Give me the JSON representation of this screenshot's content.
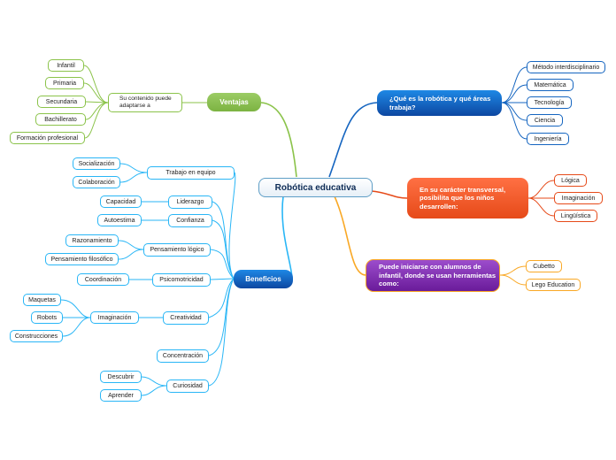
{
  "center": {
    "label": "Robótica educativa"
  },
  "branches": {
    "ventajas": {
      "label": "Ventajas",
      "sub": "Su contenido puede\nadaptarse a",
      "items": [
        "Infantil",
        "Primaria",
        "Secundaria",
        "Bachillerato",
        "Formación profesional"
      ]
    },
    "beneficios": {
      "label": "Beneficios",
      "groups": {
        "trabajo": {
          "label": "Trabajo en equipo",
          "items": [
            "Socialización",
            "Colaboración"
          ]
        },
        "liderazgo": {
          "label": "Liderazgo",
          "items": [
            "Capacidad"
          ]
        },
        "confianza": {
          "label": "Confianza",
          "items": [
            "Autoestima"
          ]
        },
        "pensamiento": {
          "label": "Pensamiento lógico",
          "items": [
            "Razonamiento",
            "Pensamiento filosófico"
          ]
        },
        "psico": {
          "label": "Psicomotricidad",
          "items": [
            "Coordinación"
          ]
        },
        "creatividad": {
          "label": "Creatividad",
          "sub": "Imaginación",
          "items": [
            "Maquetas",
            "Robots",
            "Construcciones"
          ]
        },
        "concentracion": {
          "label": "Concentración",
          "items": []
        },
        "curiosidad": {
          "label": "Curiosidad",
          "items": [
            "Descubrir",
            "Aprender"
          ]
        }
      }
    },
    "que_es": {
      "label": "¿Qué es la robótica y qué áreas trabaja?",
      "items": [
        "Método interdisciplinario",
        "Matemática",
        "Tecnología",
        "Ciencia",
        "Ingeniería"
      ]
    },
    "transversal": {
      "label": "En su carácter transversal, posibilita que los niños desarrollen:",
      "items": [
        "Lógica",
        "Imaginación",
        "Lingüística"
      ]
    },
    "infantil": {
      "label": "Puede iniciarse con alumnos de infantil, donde se usan herramientas como:",
      "items": [
        "Cubetto",
        "Lego Education"
      ]
    }
  },
  "colors": {
    "green": "#8bc34a",
    "light_blue": "#29b6f6",
    "blue": "#1565c0",
    "red": "#e64a19",
    "yellow": "#f9a825",
    "purple": "#6a1b9a"
  }
}
